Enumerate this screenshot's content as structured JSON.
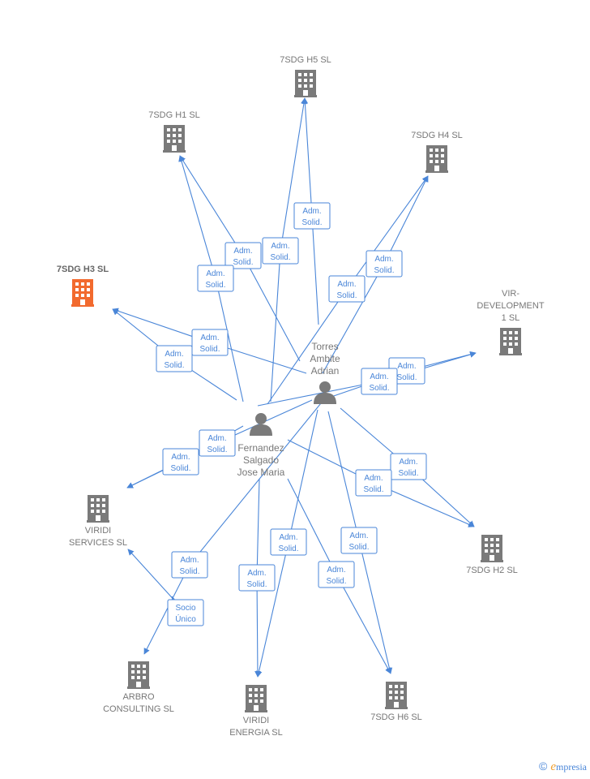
{
  "focus_color": "#f26a2e",
  "building_color": "#7a7a7a",
  "edge_color": "#4a86d8",
  "companies": [
    {
      "id": "h5",
      "lines": [
        "7SDG H5  SL"
      ]
    },
    {
      "id": "h1",
      "lines": [
        "7SDG H1  SL"
      ]
    },
    {
      "id": "h4",
      "lines": [
        "7SDG H4  SL"
      ]
    },
    {
      "id": "h3",
      "lines": [
        "7SDG H3  SL"
      ],
      "focus": true
    },
    {
      "id": "vir",
      "lines": [
        "VIR-",
        "DEVELOPMENT",
        "1  SL"
      ]
    },
    {
      "id": "vs",
      "lines": [
        "VIRIDI",
        "SERVICES  SL"
      ]
    },
    {
      "id": "h2",
      "lines": [
        "7SDG H2  SL"
      ]
    },
    {
      "id": "ac",
      "lines": [
        "ARBRO",
        "CONSULTING SL"
      ]
    },
    {
      "id": "ve",
      "lines": [
        "VIRIDI",
        "ENERGIA  SL"
      ]
    },
    {
      "id": "h6",
      "lines": [
        "7SDG H6  SL"
      ]
    }
  ],
  "persons": [
    {
      "id": "torres",
      "lines": [
        "Torres",
        "Ambite",
        "Adrian"
      ]
    },
    {
      "id": "fernandez",
      "lines": [
        "Fernandez",
        "Salgado",
        "Jose Maria"
      ]
    }
  ],
  "edge_labels": {
    "adm": [
      "Adm.",
      "Solid."
    ],
    "socio": [
      "Socio",
      "Único"
    ]
  },
  "edges": [
    {
      "from": "torres",
      "to": "h5",
      "label": "adm"
    },
    {
      "from": "fernandez",
      "to": "h5",
      "label": "adm"
    },
    {
      "from": "torres",
      "to": "h1",
      "label": "adm"
    },
    {
      "from": "fernandez",
      "to": "h1",
      "label": "adm"
    },
    {
      "from": "torres",
      "to": "h4",
      "label": "adm"
    },
    {
      "from": "fernandez",
      "to": "h4",
      "label": "adm"
    },
    {
      "from": "torres",
      "to": "h3",
      "label": "adm"
    },
    {
      "from": "fernandez",
      "to": "h3",
      "label": "adm"
    },
    {
      "from": "torres",
      "to": "vir",
      "label": "adm"
    },
    {
      "from": "fernandez",
      "to": "vir",
      "label": "adm"
    },
    {
      "from": "torres",
      "to": "vs",
      "label": "adm"
    },
    {
      "from": "fernandez",
      "to": "vs",
      "label": "adm"
    },
    {
      "from": "torres",
      "to": "h2",
      "label": "adm"
    },
    {
      "from": "fernandez",
      "to": "h2",
      "label": "adm"
    },
    {
      "from": "torres",
      "to": "ac",
      "label": "adm"
    },
    {
      "from": "vs",
      "to": "ac",
      "label": "socio"
    },
    {
      "from": "torres",
      "to": "ve",
      "label": "adm"
    },
    {
      "from": "fernandez",
      "to": "ve",
      "label": "adm"
    },
    {
      "from": "torres",
      "to": "h6",
      "label": "adm"
    },
    {
      "from": "fernandez",
      "to": "h6",
      "label": "adm"
    }
  ],
  "brand": {
    "copyright": "©",
    "e": "e",
    "rest": "mpresia"
  }
}
